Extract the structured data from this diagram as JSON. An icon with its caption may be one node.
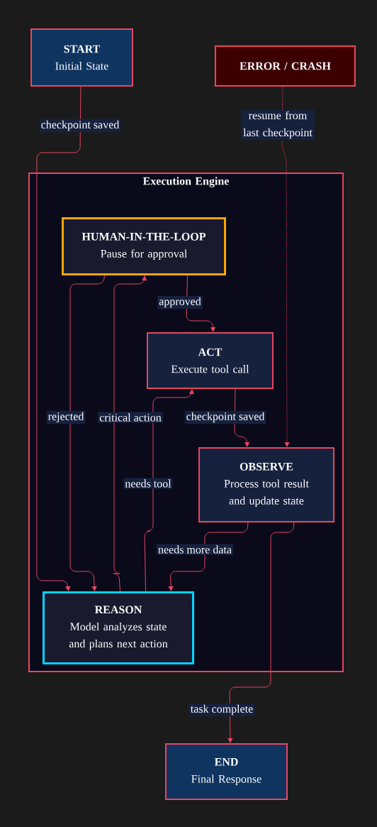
{
  "diagram": {
    "nodes": [
      {
        "text": [
          "START",
          "Initial State"
        ]
      },
      {
        "text": [
          "ERROR / CRASH"
        ]
      },
      {
        "text": [
          "Execution Engine"
        ]
      },
      {
        "text": [
          "HUMAN-IN-THE-LOOP",
          "Pause for approval"
        ],
        "in": 2
      },
      {
        "text": [
          "ACT",
          "Execute tool call"
        ],
        "in": 2
      },
      {
        "text": [
          "OBSERVE",
          "Process tool result and update state"
        ],
        "in": 2
      },
      {
        "text": [
          "REASON",
          "Model analyzes state and plans next action"
        ],
        "in": 2
      },
      {
        "text": [
          "END",
          "Final Response"
        ]
      }
    ],
    "edges": [
      {
        "from": 0,
        "to": 6,
        "arrow": "to",
        "label": "checkpoint saved"
      },
      {
        "from": 1,
        "to": 5,
        "arrow": "to",
        "label": "resume from last checkpoint",
        "style": "dashed"
      },
      {
        "from": 3,
        "to": 6,
        "arrow": "to",
        "label": "rejected"
      },
      {
        "from": 6,
        "to": 3,
        "arrow": "to",
        "label": "critical action"
      },
      {
        "from": 3,
        "to": 4,
        "arrow": "to",
        "label": "approved"
      },
      {
        "from": 6,
        "to": 4,
        "arrow": "to",
        "label": "needs tool"
      },
      {
        "from": 4,
        "to": 5,
        "arrow": "to",
        "label": "checkpoint saved"
      },
      {
        "from": 5,
        "to": 6,
        "arrow": "to",
        "label": "needs more data"
      },
      {
        "from": 5,
        "to": 7,
        "arrow": "to",
        "label": "task complete"
      }
    ]
  }
}
